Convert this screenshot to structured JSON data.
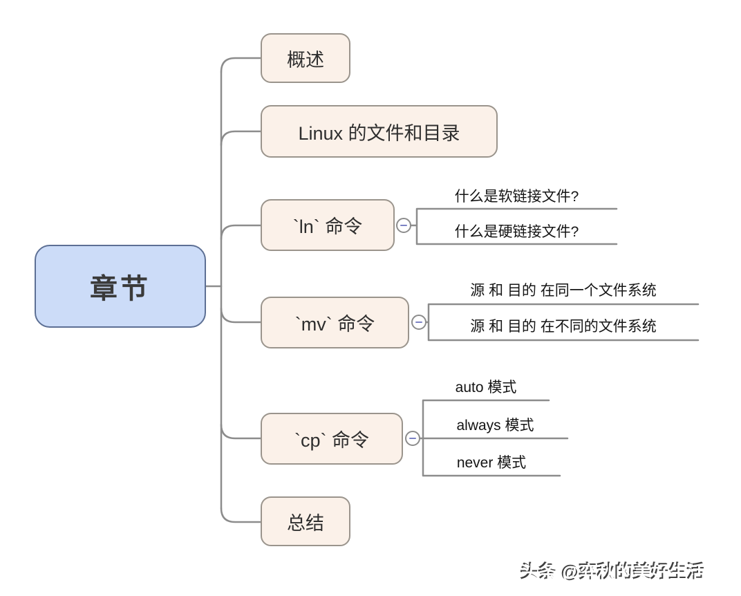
{
  "root": {
    "label": "章节"
  },
  "branches": [
    {
      "label": "概述",
      "children": []
    },
    {
      "label": "Linux 的文件和目录",
      "children": []
    },
    {
      "label": "`ln` 命令",
      "children": [
        "什么是软链接文件?",
        "什么是硬链接文件?"
      ]
    },
    {
      "label": "`mv` 命令",
      "children": [
        "源 和 目的 在同一个文件系统",
        "源 和 目的 在不同的文件系统"
      ]
    },
    {
      "label": "`cp` 命令",
      "children": [
        "auto 模式",
        "always 模式",
        "never 模式"
      ]
    },
    {
      "label": "总结",
      "children": []
    }
  ],
  "collapse_buttons": {
    "icon": "minus-icon",
    "state": "expanded"
  },
  "watermark": "头条 @弈秋的美好生活",
  "colors": {
    "root_fill": "#ccdcf8",
    "root_border": "#5c6f94",
    "branch_fill": "#fbf1e9",
    "branch_border": "#9a948c",
    "connector_line": "#8c8c8c",
    "minus_icon": "#7b82c4",
    "text": "#333333"
  }
}
